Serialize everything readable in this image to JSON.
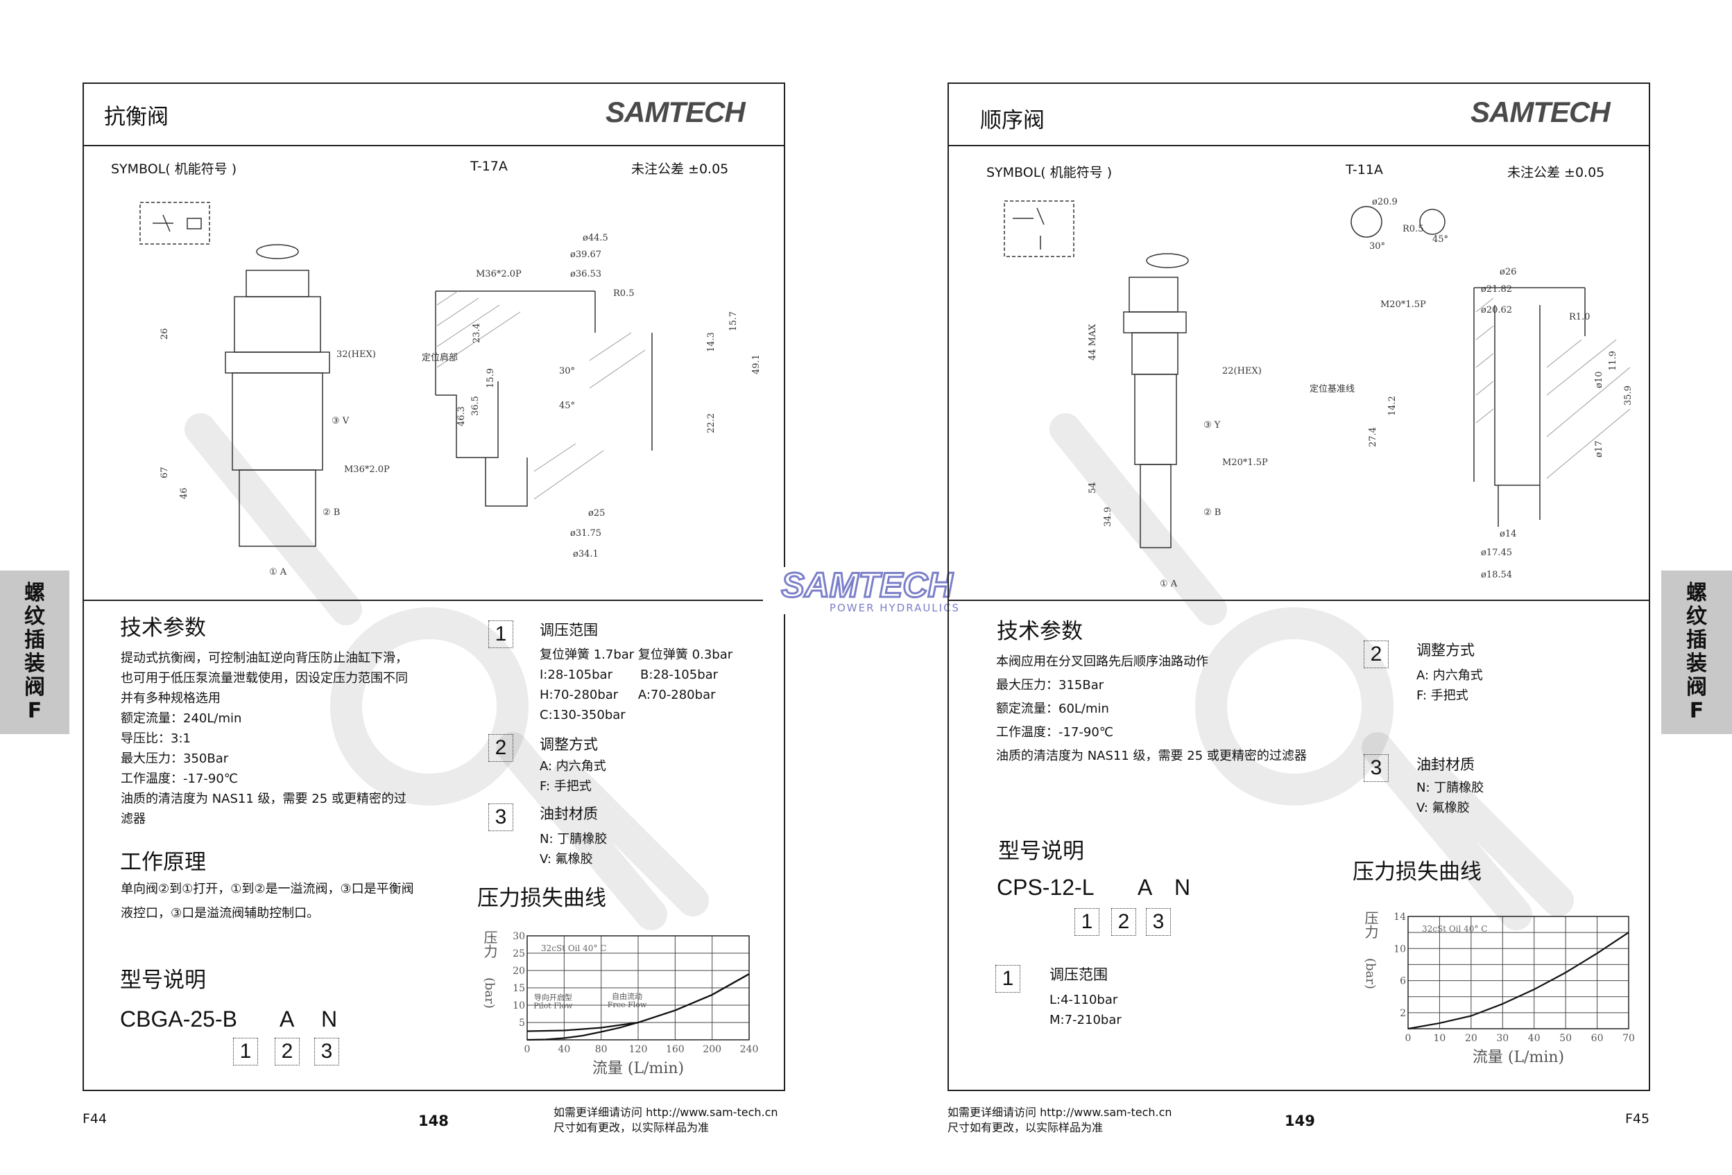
{
  "left": {
    "title": "抗衡阀",
    "logo": "SAMTECH",
    "symbol_label": "SYMBOL( 机能符号 )",
    "cavity": "T-17A",
    "tolerance": "未注公差  ±0.05",
    "dims": [
      "ø44.5",
      "ø39.67",
      "ø36.53",
      "M36*2.0P",
      "R0.5",
      "定位肩部",
      "30°",
      "45°",
      "ø25",
      "ø31.75",
      "ø34.1",
      "26",
      "67",
      "46",
      "32(HEX)",
      "③ V",
      "M36*2.0P",
      "② B",
      "① A",
      "15.7",
      "49.1",
      "14.3",
      "22.2",
      "46.3",
      "36.5",
      "15.9",
      "23.4"
    ],
    "tech_heading": "技术参数",
    "tech_lines": [
      "提动式抗衡阀，可控制油缸逆向背压防止油缸下滑，",
      "也可用于低压泵流量泄载使用，因设定压力范围不同",
      "并有多种规格选用",
      "额定流量：240L/min",
      "导压比：3:1",
      "最大压力：350Bar",
      "工作温度：-17-90℃",
      "油质的清洁度为 NAS11 级，需要 25 或更精密的过",
      "滤器"
    ],
    "principle_heading": "工作原理",
    "principle_lines": [
      "单向阀②到①打开，①到②是一溢流阀，③口是平衡阀",
      "液控口，③口是溢流阀辅助控制口。"
    ],
    "model_heading": "型号说明",
    "model_code": "CBGA-25-B",
    "model_opt2": "A",
    "model_opt3": "N",
    "box_nums": [
      "1",
      "2",
      "3"
    ],
    "options": [
      {
        "num": "1",
        "title": "调压范围",
        "lines": [
          "复位弹簧 1.7bar  复位弹簧 0.3bar",
          "I:28-105bar       B:28-105bar",
          "H:70-280bar     A:70-280bar",
          "C:130-350bar"
        ]
      },
      {
        "num": "2",
        "title": "调整方式",
        "lines": [
          "A: 内六角式",
          "F: 手把式"
        ]
      },
      {
        "num": "3",
        "title": "油封材质",
        "lines": [
          "N: 丁腈橡胶",
          "V: 氟橡胶"
        ]
      }
    ],
    "curve_heading": "压力损失曲线",
    "footer_code": "F44",
    "page_num": "148",
    "footer_line1": "如需更详细请访问 http://www.sam-tech.cn",
    "footer_line2": "尺寸如有更改，以实际样品为准",
    "side_tab": [
      "螺",
      "纹",
      "插",
      "装",
      "阀",
      "F"
    ]
  },
  "right": {
    "title": "顺序阀",
    "logo": "SAMTECH",
    "symbol_label": "SYMBOL( 机能符号 )",
    "cavity": "T-11A",
    "tolerance": "未注公差  ±0.05",
    "dims": [
      "ø20.9",
      "R0.5",
      "30°",
      "45°",
      "ø26",
      "ø21.82",
      "ø20.62",
      "M20*1.5P",
      "R1.0",
      "定位基准线",
      "ø10",
      "ø17",
      "ø14",
      "ø17.45",
      "ø18.54",
      "44 MAX",
      "54",
      "34.9",
      "22(HEX)",
      "③ Y",
      "M20*1.5P",
      "② B",
      "① A",
      "11.9",
      "35.9",
      "27.4",
      "14.2"
    ],
    "tech_heading": "技术参数",
    "tech_lines": [
      "本阀应用在分叉回路先后顺序油路动作",
      "最大压力：315Bar",
      "额定流量：60L/min",
      "工作温度：-17-90℃",
      "油质的清洁度为 NAS11 级，需要 25 或更精密的过滤器"
    ],
    "model_heading": "型号说明",
    "model_code": "CPS-12-L",
    "model_opt2": "A",
    "model_opt3": "N",
    "box_nums": [
      "1",
      "2",
      "3"
    ],
    "options": [
      {
        "num": "1",
        "title": "调压范围",
        "lines": [
          "L:4-110bar",
          "M:7-210bar"
        ]
      },
      {
        "num": "2",
        "title": "调整方式",
        "lines": [
          "A: 内六角式",
          "F: 手把式"
        ]
      },
      {
        "num": "3",
        "title": "油封材质",
        "lines": [
          "N: 丁腈橡胶",
          "V: 氟橡胶"
        ]
      }
    ],
    "curve_heading": "压力损失曲线",
    "footer_code": "F45",
    "page_num": "149",
    "footer_line1": "如需更详细请访问 http://www.sam-tech.cn",
    "footer_line2": "尺寸如有更改，以实际样品为准",
    "side_tab": [
      "螺",
      "纹",
      "插",
      "装",
      "阀",
      "F"
    ]
  },
  "center_logo": {
    "name": "SAMTECH",
    "tagline": "POWER HYDRAULICS"
  },
  "chart_data": [
    {
      "type": "line",
      "note": "32cSt Oil 40° C",
      "xlabel": "流量 (L/min)",
      "ylabel_cn": "压力",
      "ylabel_unit": "(bar)",
      "xlim": [
        0,
        240
      ],
      "ylim": [
        0,
        30
      ],
      "xticks": [
        0,
        40,
        80,
        120,
        160,
        200,
        240
      ],
      "yticks": [
        5,
        10,
        15,
        20,
        25,
        30
      ],
      "grid": true,
      "series": [
        {
          "name": "导向开启型 Pilot Flow",
          "label_cn": "导向开启型",
          "label_en": "Pilot Flow",
          "x": [
            0,
            40,
            80,
            120,
            160,
            200,
            240
          ],
          "y": [
            2.5,
            2.7,
            3.5,
            5,
            8.5,
            13,
            19
          ]
        },
        {
          "name": "自由流动 Free Flow",
          "label_cn": "自由流动",
          "label_en": "Free Flow",
          "x": [
            0,
            20,
            40,
            60,
            80,
            100,
            120,
            160,
            200,
            240
          ],
          "y": [
            0,
            0.1,
            0.5,
            1.2,
            2.3,
            3.5,
            5,
            8.5,
            13,
            19
          ]
        }
      ]
    },
    {
      "type": "line",
      "note": "32cSt Oil 40° C",
      "xlabel": "流量 (L/min)",
      "ylabel_cn": "压力",
      "ylabel_unit": "(bar)",
      "xlim": [
        0,
        70
      ],
      "ylim": [
        0,
        14
      ],
      "xticks": [
        0,
        10,
        20,
        30,
        40,
        50,
        60,
        70
      ],
      "yticks": [
        2,
        6,
        10,
        14
      ],
      "ygrid_step": 2,
      "grid": true,
      "series": [
        {
          "name": "pressure loss",
          "x": [
            0,
            10,
            20,
            30,
            40,
            50,
            60,
            70
          ],
          "y": [
            0,
            0.7,
            1.6,
            3.1,
            4.9,
            7,
            9.4,
            12
          ]
        }
      ]
    }
  ]
}
